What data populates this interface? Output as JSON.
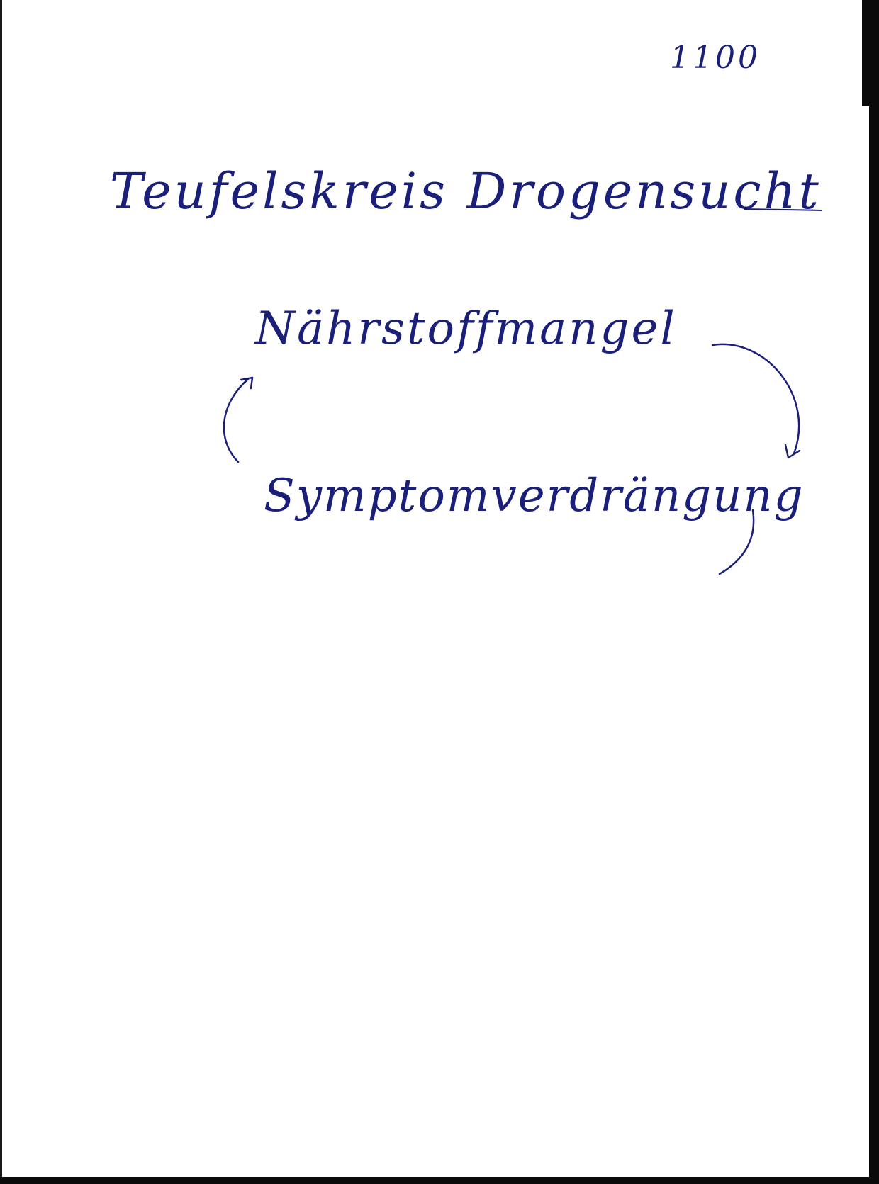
{
  "page": {
    "page_number": "1100",
    "title": "Teufelskreis Drogensucht",
    "cycle": {
      "top": "Nährstoffmangel",
      "bottom": "Symptomverdrängung"
    }
  },
  "colors": {
    "ink": "#1a1f7a",
    "paper": "#ffffff"
  }
}
